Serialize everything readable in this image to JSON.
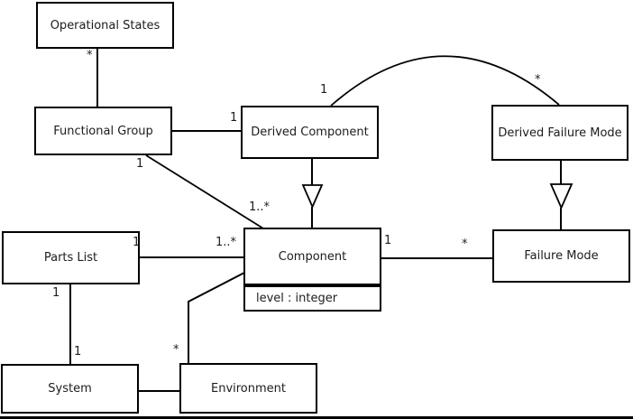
{
  "diagram": {
    "kind": "uml-class-diagram",
    "colors": {
      "stroke": "#000000",
      "background": "#ffffff",
      "text": "#1c1c1c"
    },
    "classes": [
      {
        "id": "operational-states",
        "label": "Operational States"
      },
      {
        "id": "functional-group",
        "label": "Functional Group"
      },
      {
        "id": "derived-component",
        "label": "Derived Component"
      },
      {
        "id": "derived-failure-mode",
        "label": "Derived Failure Mode"
      },
      {
        "id": "parts-list",
        "label": "Parts List"
      },
      {
        "id": "component",
        "label": "Component",
        "attributes": [
          "level : integer"
        ]
      },
      {
        "id": "failure-mode",
        "label": "Failure Mode"
      },
      {
        "id": "system",
        "label": "System"
      },
      {
        "id": "environment",
        "label": "Environment"
      }
    ],
    "relationships": [
      {
        "from": "operational-states",
        "to": "functional-group",
        "type": "association",
        "mult_from": "*"
      },
      {
        "from": "functional-group",
        "to": "derived-component",
        "type": "association",
        "mult_to": "1"
      },
      {
        "from": "derived-component",
        "to": "derived-failure-mode",
        "type": "association-arc",
        "mult_from": "1",
        "mult_to": "*"
      },
      {
        "from": "functional-group",
        "to": "component",
        "type": "association",
        "mult_from": "1",
        "mult_to": "1..*"
      },
      {
        "from": "derived-component",
        "to": "component",
        "type": "generalization"
      },
      {
        "from": "derived-failure-mode",
        "to": "failure-mode",
        "type": "generalization"
      },
      {
        "from": "parts-list",
        "to": "component",
        "type": "association",
        "mult_from": "1",
        "mult_to": "1..*"
      },
      {
        "from": "component",
        "to": "failure-mode",
        "type": "association",
        "mult_from": "1",
        "mult_to": "*"
      },
      {
        "from": "parts-list",
        "to": "system",
        "type": "association",
        "mult_from": "1",
        "mult_to": "1"
      },
      {
        "from": "system",
        "to": "environment",
        "type": "association"
      },
      {
        "from": "component",
        "to": "environment",
        "type": "association",
        "mult_to": "*"
      }
    ]
  }
}
